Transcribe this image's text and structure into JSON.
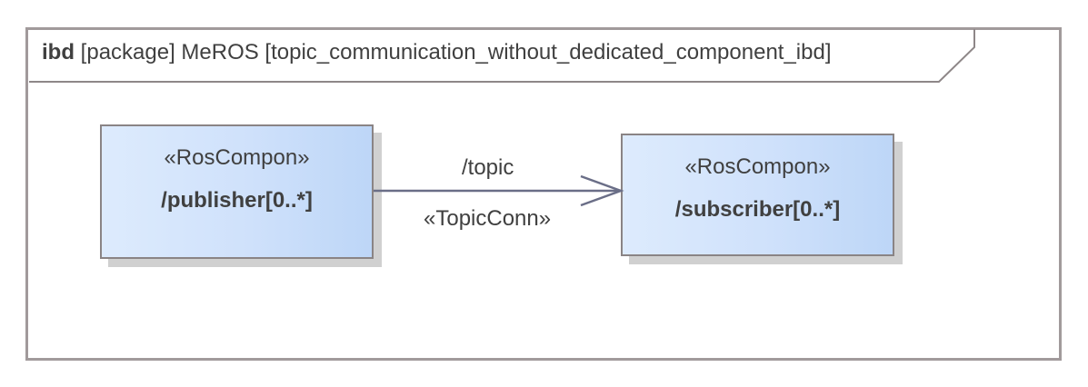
{
  "frame": {
    "kind": "ibd",
    "rest": "[package] MeROS [topic_communication_without_dedicated_component_ibd]"
  },
  "parts": {
    "publisher": {
      "stereotype": "«RosCompon»",
      "name": "/publisher[0..*]"
    },
    "subscriber": {
      "stereotype": "«RosCompon»",
      "name": "/subscriber[0..*]"
    }
  },
  "connector": {
    "name": "/topic",
    "stereotype": "«TopicConn»"
  },
  "colors": {
    "border": "#8a8485",
    "frame_border": "#a19a9b",
    "fill_light": "#ddebfd",
    "fill_dark": "#bdd6f7",
    "connector": "#6a6e87",
    "text": "#404040"
  }
}
